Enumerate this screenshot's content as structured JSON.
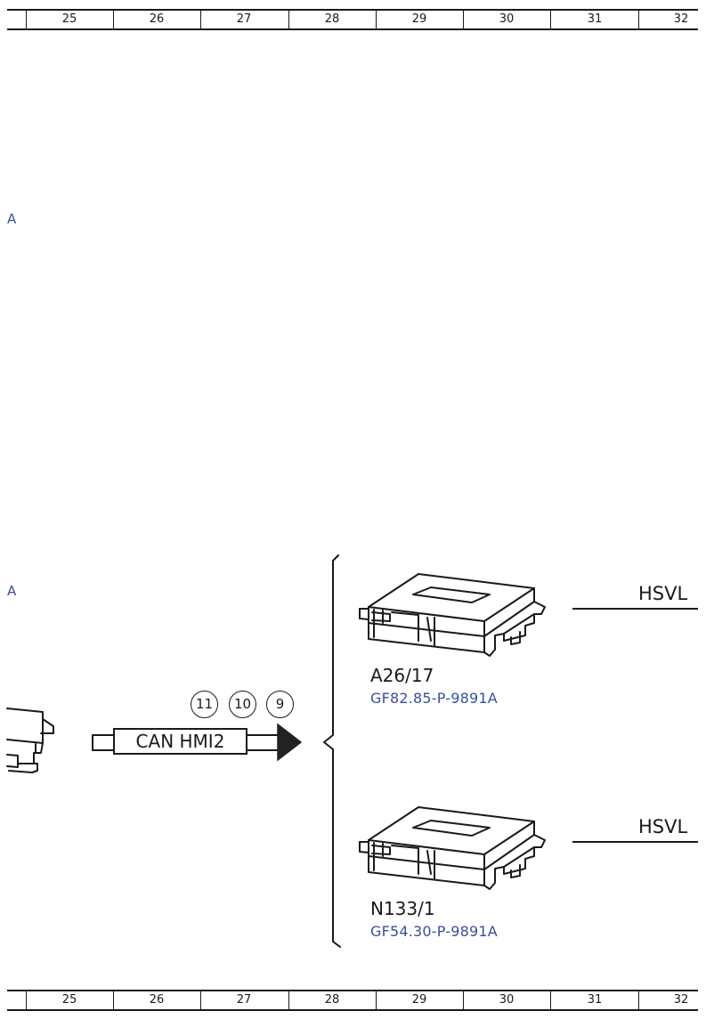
{
  "ruler": {
    "numbers": [
      "25",
      "26",
      "27",
      "28",
      "29",
      "30",
      "31",
      "32"
    ]
  },
  "left_edge_refs": {
    "upper": "A",
    "lower": "A"
  },
  "can_bus": {
    "label": "CAN HMI2",
    "circles": [
      "11",
      "10",
      "9"
    ]
  },
  "components": [
    {
      "code": "A26/17",
      "ref": "GF82.85-P-9891A",
      "bus": "HSVL"
    },
    {
      "code": "N133/1",
      "ref": "GF54.30-P-9891A",
      "bus": "HSVL"
    }
  ],
  "colors": {
    "line": "#1a1a1a",
    "reference_blue": "#3a4f9a",
    "arrow_fill": "#222222"
  },
  "icons": [
    "control-unit-module-icon",
    "arrow-right-icon",
    "curly-brace"
  ]
}
